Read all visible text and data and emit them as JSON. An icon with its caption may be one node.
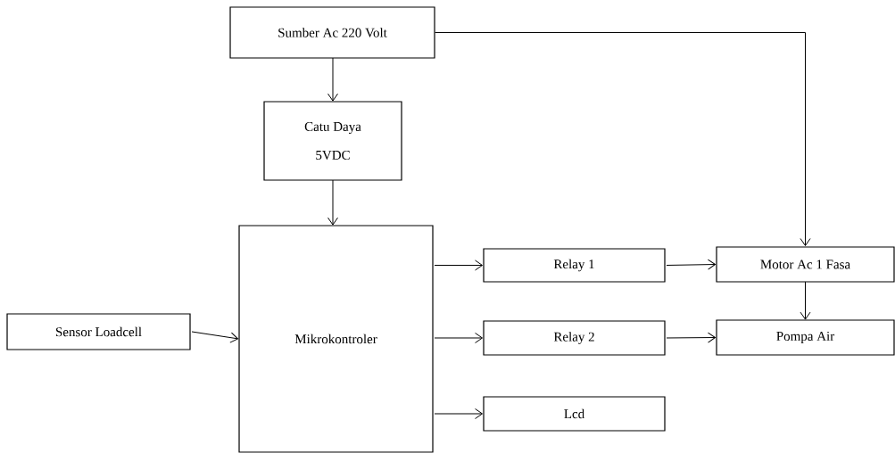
{
  "diagram": {
    "nodes": [
      {
        "text": [
          "Sumber Ac 220 Volt"
        ]
      },
      {
        "text": [
          "Catu Daya",
          "5VDC"
        ]
      },
      {
        "text": [
          "Mikrokontroler"
        ]
      },
      {
        "text": [
          "Sensor Loadcell"
        ]
      },
      {
        "text": [
          "Relay 1"
        ]
      },
      {
        "text": [
          "Relay 2"
        ]
      },
      {
        "text": [
          "Lcd"
        ]
      },
      {
        "text": [
          "Motor Ac 1 Fasa"
        ]
      },
      {
        "text": [
          "Pompa Air"
        ]
      }
    ],
    "edges": [
      {
        "from": 0,
        "to": 1,
        "arrow": "to"
      },
      {
        "from": 1,
        "to": 2,
        "arrow": "to"
      },
      {
        "from": 3,
        "to": 2,
        "arrow": "to"
      },
      {
        "from": 2,
        "to": 4,
        "arrow": "to"
      },
      {
        "from": 2,
        "to": 5,
        "arrow": "to"
      },
      {
        "from": 2,
        "to": 6,
        "arrow": "to"
      },
      {
        "from": 4,
        "to": 7,
        "arrow": "to"
      },
      {
        "from": 5,
        "to": 8,
        "arrow": "to"
      },
      {
        "from": 0,
        "to": 7,
        "arrow": "to"
      },
      {
        "from": 7,
        "to": 8,
        "arrow": "to"
      }
    ]
  }
}
